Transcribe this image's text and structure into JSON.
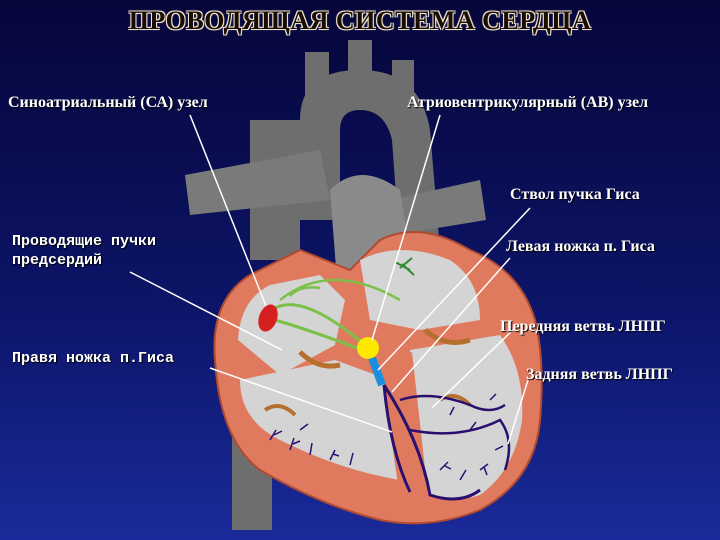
{
  "title": "ПРОВОДЯЩАЯ СИСТЕМА СЕРДЦА",
  "labels": {
    "sa_node": "Синоатриальный (СА) узел",
    "av_node": "Атриовентрикулярный (АВ) узел",
    "his_trunk": "Ствол пучка Гиса",
    "atrial_bundles": "Проводящие пучки предсердий",
    "left_branch": "Левая ножка п. Гиса",
    "anterior_branch": "Передняя ветвь ЛНПГ",
    "right_branch": "Правя ножка п.Гиса",
    "posterior_branch": "Задняя ветвь ЛНПГ"
  },
  "colors": {
    "vessels": "#6e6e6e",
    "myocardium": "#e07a5f",
    "chamber": "#d4d4d4",
    "sa_node": "#d62020",
    "av_node": "#ffe800",
    "his_bundle": "#1a8fe0",
    "purkinje": "#2a0f6e",
    "atrial_pathways": "#7cc04a",
    "valves": "#b5702e"
  }
}
